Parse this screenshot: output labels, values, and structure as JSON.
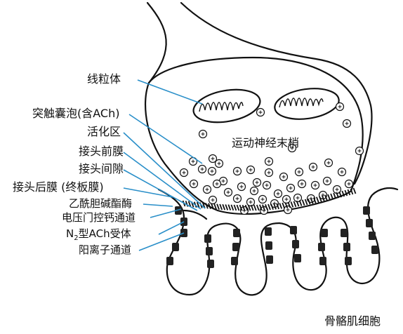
{
  "labels": {
    "mitochondria": "线粒体",
    "vesicle": "突触囊泡(含ACh)",
    "active_zone": "活化区",
    "presynaptic_membrane": "接头前膜",
    "synaptic_cleft": "接头间隙",
    "postsynaptic_membrane": "接头后膜 (终板膜)",
    "acetylcholinesterase": "乙酰胆碱酯酶",
    "ca_channel": "电压门控钙通道",
    "receptor_line1_prefix": "N",
    "receptor_line1_sub": "2",
    "receptor_line1_suffix": "型ACh受体",
    "receptor_line2": "阳离子通道",
    "terminal": "运动神经末梢",
    "muscle": "骨骼肌细胞"
  },
  "colors": {
    "leader_line": "#2a8fc9",
    "outline": "#111111"
  }
}
